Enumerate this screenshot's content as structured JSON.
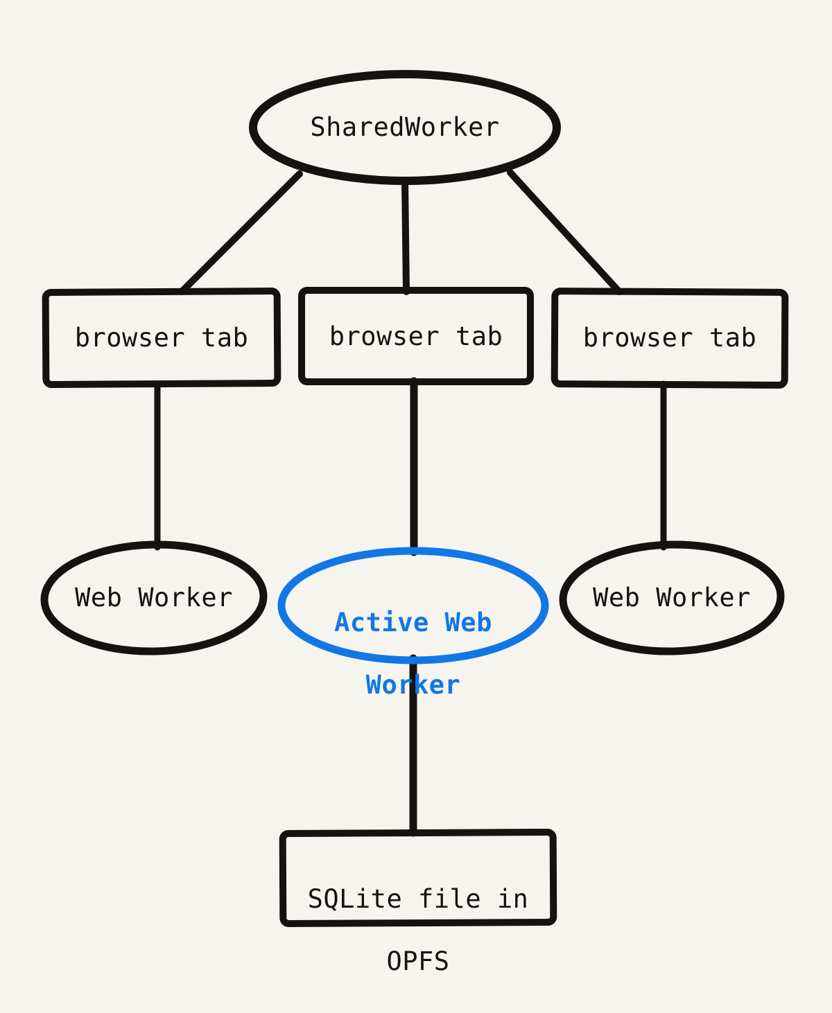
{
  "diagram": {
    "title": "SharedWorker / OPFS architecture diagram",
    "colors": {
      "background": "#f5f4ef",
      "ink": "#15130f",
      "accent_blue": "#1277e4"
    },
    "nodes": {
      "sharedworker": {
        "label": "SharedWorker",
        "shape": "ellipse",
        "color": "ink"
      },
      "tab1": {
        "label": "browser tab",
        "shape": "rectangle",
        "color": "ink"
      },
      "tab2": {
        "label": "browser tab",
        "shape": "rectangle",
        "color": "ink"
      },
      "tab3": {
        "label": "browser tab",
        "shape": "rectangle",
        "color": "ink"
      },
      "worker1": {
        "label": "Web Worker",
        "shape": "ellipse",
        "color": "ink"
      },
      "active_worker": {
        "lines": [
          "Active Web",
          "Worker"
        ],
        "shape": "ellipse",
        "color": "accent_blue"
      },
      "worker3": {
        "label": "Web Worker",
        "shape": "ellipse",
        "color": "ink"
      },
      "storage": {
        "lines": [
          "SQLite file in",
          "OPFS"
        ],
        "shape": "rectangle",
        "color": "ink"
      }
    },
    "edges": [
      {
        "from": "sharedworker",
        "to": "tab1"
      },
      {
        "from": "sharedworker",
        "to": "tab2"
      },
      {
        "from": "sharedworker",
        "to": "tab3"
      },
      {
        "from": "tab1",
        "to": "worker1"
      },
      {
        "from": "tab2",
        "to": "active_worker"
      },
      {
        "from": "tab3",
        "to": "worker3"
      },
      {
        "from": "active_worker",
        "to": "storage"
      }
    ]
  }
}
